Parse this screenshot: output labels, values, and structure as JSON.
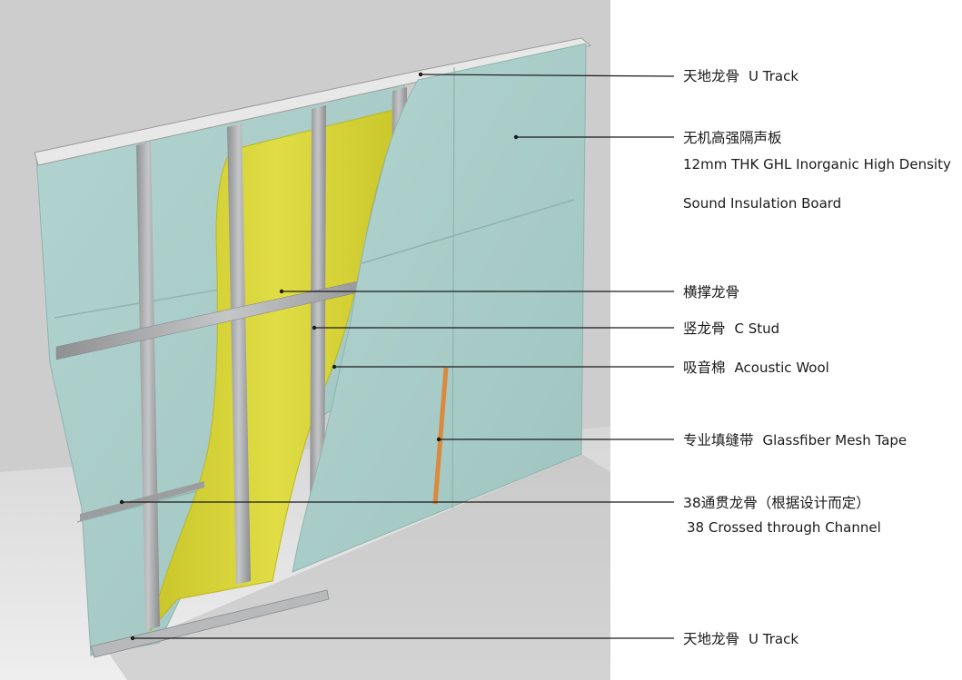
{
  "colors": {
    "backdrop": "#cfcfcf",
    "board": "#a9cdc9",
    "board_edge": "#8fb3ae",
    "wool": "#d7d432",
    "stud": "#a7a9ab",
    "mesh_tape": "#d98a3c",
    "leader": "#1a1a1a"
  },
  "callouts": [
    {
      "id": "u-track-top",
      "cn": "天地龙骨",
      "en": "U Track",
      "en2": ""
    },
    {
      "id": "board",
      "cn": "无机高强隔声板",
      "en": "12mm THK GHL Inorganic High Density",
      "en2": "Sound Insulation Board"
    },
    {
      "id": "horizontal-brace",
      "cn": "横撑龙骨",
      "en": "",
      "en2": ""
    },
    {
      "id": "c-stud",
      "cn": "竖龙骨",
      "en": "C Stud",
      "en2": ""
    },
    {
      "id": "acoustic-wool",
      "cn": "吸音棉",
      "en": "Acoustic Wool",
      "en2": ""
    },
    {
      "id": "mesh-tape",
      "cn": "专业填缝带",
      "en": "Glassfiber Mesh Tape",
      "en2": ""
    },
    {
      "id": "crossed-channel",
      "cn": "38通贯龙骨（根据设计而定）",
      "en": "",
      "en2": "38 Crossed through Channel"
    },
    {
      "id": "u-track-bottom",
      "cn": "天地龙骨",
      "en": "U Track",
      "en2": ""
    }
  ]
}
